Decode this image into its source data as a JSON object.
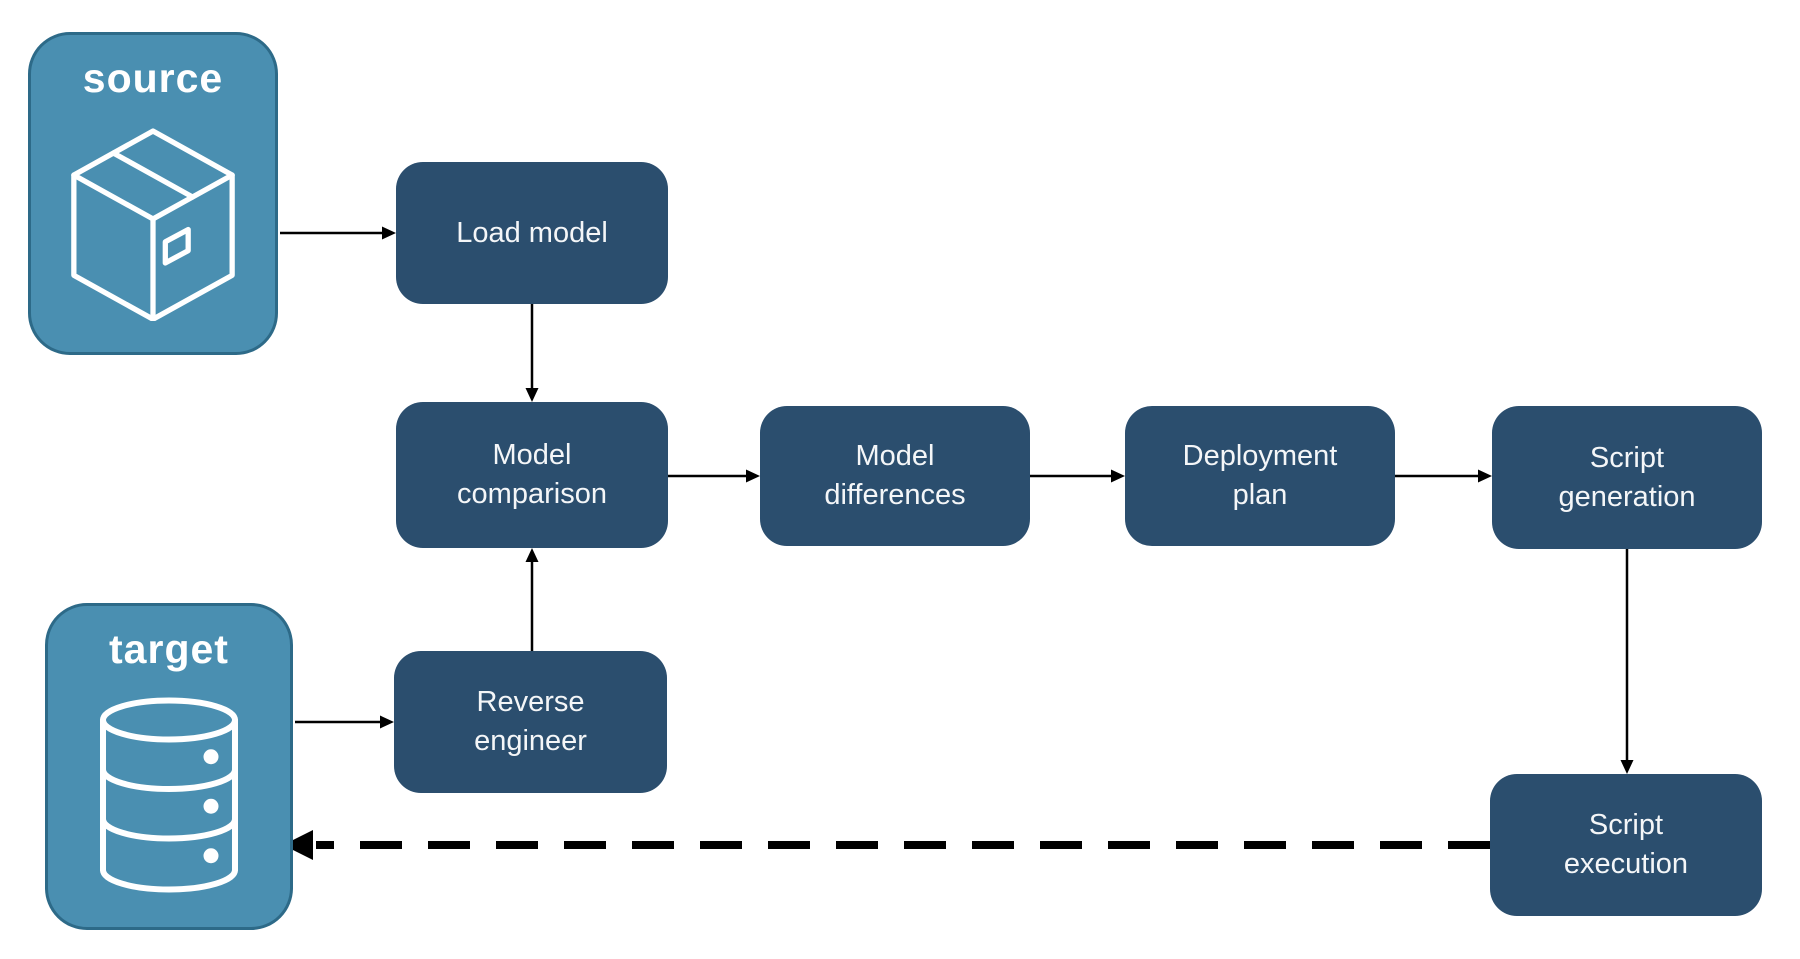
{
  "colors": {
    "canvas_bg": "#ffffff",
    "endpoint_fill": "#4a8fb1",
    "endpoint_border": "#2d6a88",
    "endpoint_text": "#ffffff",
    "node_fill": "#2b4e6e",
    "node_text": "#f4f6f8",
    "arrow_color": "#000000",
    "icon_stroke": "#ffffff"
  },
  "endpoints": {
    "source": {
      "label": "source",
      "icon": "package-icon"
    },
    "target": {
      "label": "target",
      "icon": "database-icon"
    }
  },
  "nodes": {
    "load_model": {
      "line1": "Load model",
      "line2": ""
    },
    "model_comparison": {
      "line1": "Model",
      "line2": "comparison"
    },
    "model_differences": {
      "line1": "Model",
      "line2": "differences"
    },
    "deployment_plan": {
      "line1": "Deployment",
      "line2": "plan"
    },
    "script_generation": {
      "line1": "Script",
      "line2": "generation"
    },
    "reverse_engineer": {
      "line1": "Reverse",
      "line2": "engineer"
    },
    "script_execution": {
      "line1": "Script",
      "line2": "execution"
    }
  },
  "edges": [
    {
      "from": "source",
      "to": "load_model",
      "style": "solid"
    },
    {
      "from": "load_model",
      "to": "model_comparison",
      "style": "solid"
    },
    {
      "from": "target",
      "to": "reverse_engineer",
      "style": "solid"
    },
    {
      "from": "reverse_engineer",
      "to": "model_comparison",
      "style": "solid"
    },
    {
      "from": "model_comparison",
      "to": "model_differences",
      "style": "solid"
    },
    {
      "from": "model_differences",
      "to": "deployment_plan",
      "style": "solid"
    },
    {
      "from": "deployment_plan",
      "to": "script_generation",
      "style": "solid"
    },
    {
      "from": "script_generation",
      "to": "script_execution",
      "style": "solid"
    },
    {
      "from": "script_execution",
      "to": "target",
      "style": "dashed"
    }
  ]
}
